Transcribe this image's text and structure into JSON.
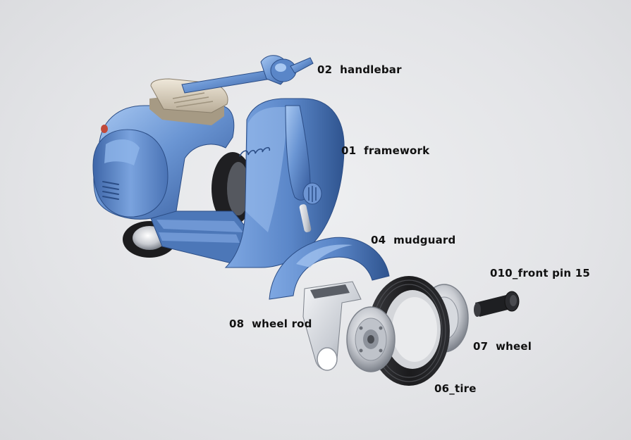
{
  "labels": {
    "handlebar": "02  handlebar",
    "framework": "01  framework",
    "mudguard": "04  mudguard",
    "front_pin": "010_front pin 15",
    "wheel_rod": "08  wheel rod",
    "wheel": "07  wheel",
    "tire": "06_tire"
  },
  "colors": {
    "body_blue": "#5b86c8",
    "body_blue_light": "#9cc0ee",
    "body_blue_dark": "#2f5390",
    "seat_beige": "#ddd3c0",
    "metal_gray": "#c9ccd2",
    "tire_black": "#1c1c1e",
    "background": "#e4e5e8"
  }
}
